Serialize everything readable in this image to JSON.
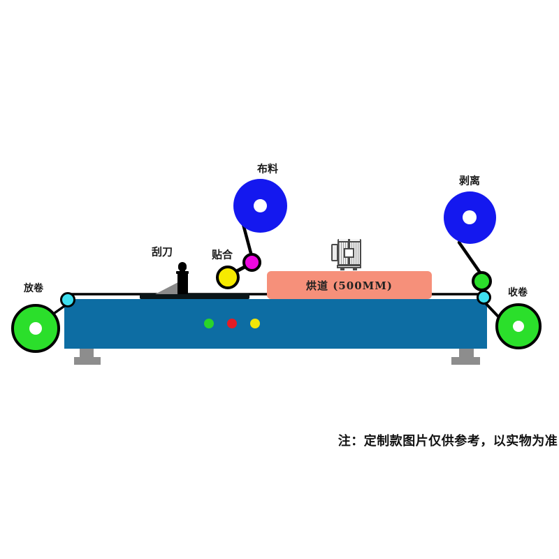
{
  "diagram": {
    "labels": {
      "unwind": "放卷",
      "scraper": "刮刀",
      "laminate": "贴合",
      "fabric": "布料",
      "oven": "烘道 (500MM)",
      "peel": "剥离",
      "rewind": "收卷"
    },
    "note": "注：定制款图片仅供参考，以实物为准",
    "colors": {
      "machine_body": "#0d6da3",
      "oven": "#f6907a",
      "roller_green": "#2bdf2b",
      "roller_blue": "#1418ef",
      "roller_cyan": "#3fe0f0",
      "roller_magenta": "#ee08e0",
      "roller_yellow": "#f6ea00",
      "indicator_green": "#2ad42a",
      "indicator_red": "#e41c24",
      "indicator_yellow": "#f2e50a",
      "leg_gray": "#8d8d8d"
    }
  }
}
